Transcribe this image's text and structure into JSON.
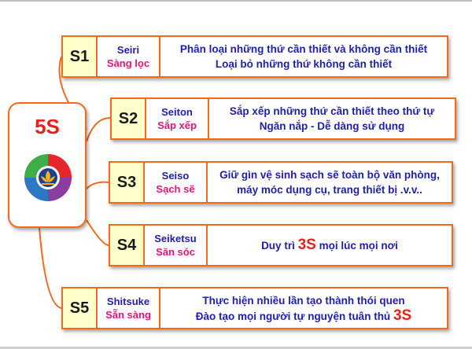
{
  "hub": {
    "title": "5S"
  },
  "items": [
    {
      "code": "S1",
      "name_jp": "Seiri",
      "name_vn": "Sàng lọc",
      "lines": [
        {
          "text": "Phân loại những thứ cần thiết và không cần thiết"
        },
        {
          "text": "Loại bỏ những thứ không cần thiết"
        }
      ]
    },
    {
      "code": "S2",
      "name_jp": "Seiton",
      "name_vn": "Sắp xếp",
      "lines": [
        {
          "text": "Sắp xếp những thứ cần thiết theo thứ tự"
        },
        {
          "text": "Ngăn nắp - Dễ dàng sử dụng"
        }
      ]
    },
    {
      "code": "S3",
      "name_jp": "Seiso",
      "name_vn": "Sạch sẽ",
      "lines": [
        {
          "text": "Giữ gìn vệ sinh sạch sẽ toàn bộ văn phòng,"
        },
        {
          "text": "máy móc dụng cụ, trang thiết bị  .v.v.."
        }
      ]
    },
    {
      "code": "S4",
      "name_jp": "Seiketsu",
      "name_vn": "Săn sóc",
      "lines": [
        {
          "text": "Duy trì ",
          "hl": "3S",
          "after": " mọi lúc mọi nơi"
        }
      ]
    },
    {
      "code": "S5",
      "name_jp": "Shitsuke",
      "name_vn": "Sẵn sàng",
      "lines": [
        {
          "text": "Thực hiện nhiều lần tạo thành thói quen"
        },
        {
          "text": "Đào tạo mọi người tự nguyện tuân thủ ",
          "hl": "3S"
        }
      ]
    }
  ],
  "colors": {
    "border": "#f26a1b",
    "code_bg": "#ffffcc",
    "desc_text": "#1f1fa8",
    "name_jp": "#1f1fa8",
    "name_vn": "#e0157a",
    "highlight": "#e8211b"
  },
  "icons": {
    "hub_logo": "lotus-logo-icon"
  }
}
